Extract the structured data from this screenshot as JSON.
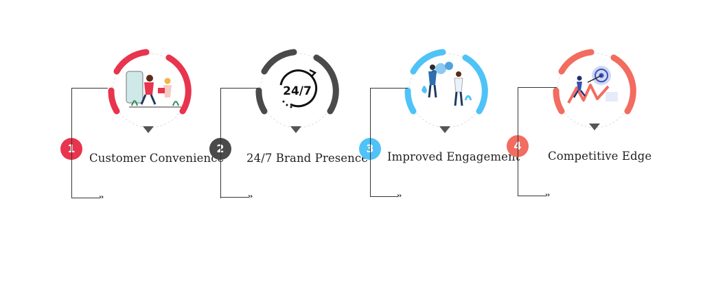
{
  "steps": [
    {
      "number": "1",
      "title": "Customer Convenience",
      "color": "#e8344d",
      "icon": "shopping-people-icon"
    },
    {
      "number": "2",
      "title": "24/7 Brand Presence",
      "color": "#4a4a4a",
      "icon": "clock-24-7-icon",
      "icon_text": "24/7"
    },
    {
      "number": "3",
      "title": "Improved Engagement",
      "color": "#4fc3f7",
      "icon": "engagement-people-icon"
    },
    {
      "number": "4",
      "title": "Competitive Edge",
      "color": "#f26c5f",
      "icon": "target-runner-icon"
    }
  ],
  "more_indicator": "››"
}
